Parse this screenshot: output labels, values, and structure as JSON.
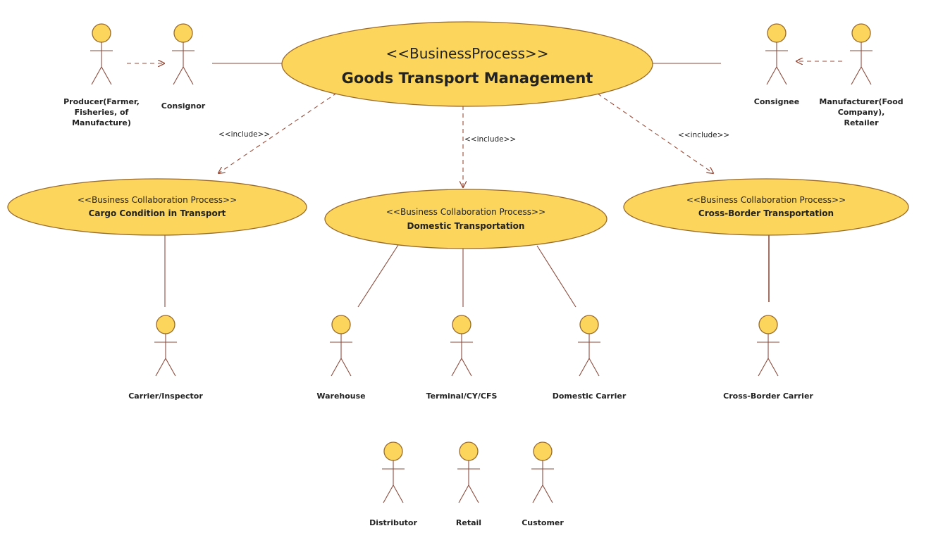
{
  "main_process": {
    "stereotype": "<<BusinessProcess>>",
    "name": "Goods Transport Management"
  },
  "sub_processes": [
    {
      "id": "cargo",
      "stereotype": "<<Business Collaboration Process>>",
      "name": "Cargo Condition in Transport"
    },
    {
      "id": "domestic",
      "stereotype": "<<Business Collaboration Process>>",
      "name": "Domestic Transportation"
    },
    {
      "id": "crossborder",
      "stereotype": "<<Business Collaboration Process>>",
      "name": "Cross-Border Transportation"
    }
  ],
  "include_labels": [
    "<<include>>",
    "<<include>>",
    "<<include>>"
  ],
  "actors": [
    {
      "id": "producer",
      "lines": [
        "Producer(Farmer,",
        "Fisheries, of",
        "Manufacture)"
      ]
    },
    {
      "id": "consignor",
      "lines": [
        "Consignor"
      ]
    },
    {
      "id": "consignee",
      "lines": [
        "Consignee"
      ]
    },
    {
      "id": "manufacturer",
      "lines": [
        "Manufacturer(Food",
        "Company),",
        "Retailer"
      ]
    },
    {
      "id": "carrier-inspector",
      "lines": [
        "Carrier/Inspector"
      ]
    },
    {
      "id": "warehouse",
      "lines": [
        "Warehouse"
      ]
    },
    {
      "id": "terminal",
      "lines": [
        "Terminal/CY/CFS"
      ]
    },
    {
      "id": "domestic-carrier",
      "lines": [
        "Domestic Carrier"
      ]
    },
    {
      "id": "cross-border-carrier",
      "lines": [
        "Cross-Border Carrier"
      ]
    },
    {
      "id": "distributor",
      "lines": [
        "Distributor"
      ]
    },
    {
      "id": "retail",
      "lines": [
        "Retail"
      ]
    },
    {
      "id": "customer",
      "lines": [
        "Customer"
      ]
    }
  ]
}
